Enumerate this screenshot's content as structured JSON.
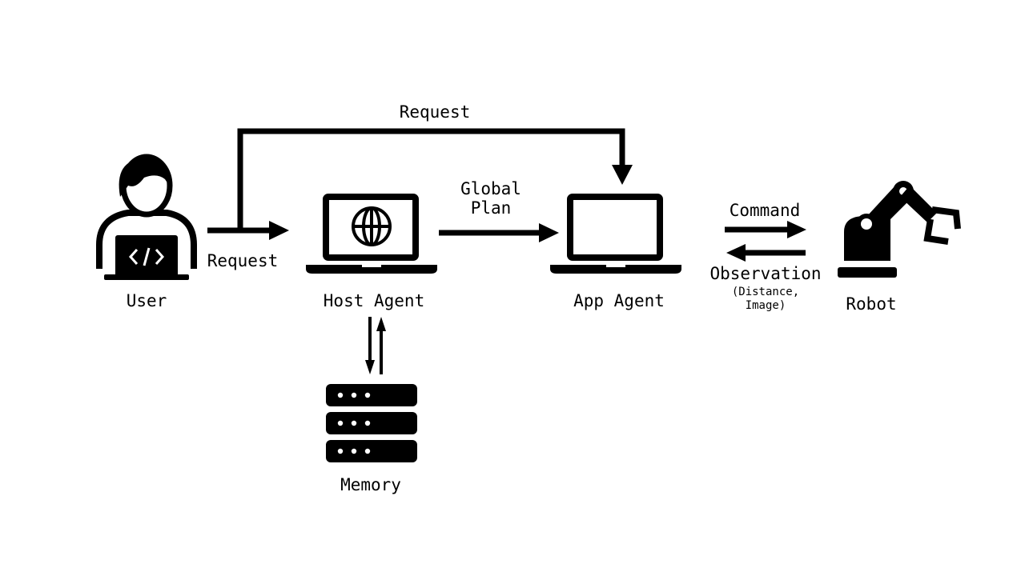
{
  "nodes": {
    "user": {
      "label": "User",
      "icon": "developer-icon"
    },
    "host_agent": {
      "label": "Host Agent",
      "icon": "laptop-globe-icon"
    },
    "app_agent": {
      "label": "App Agent",
      "icon": "laptop-icon"
    },
    "robot": {
      "label": "Robot",
      "icon": "robot-arm-icon"
    },
    "memory": {
      "label": "Memory",
      "icon": "server-stack-icon"
    }
  },
  "edges": {
    "user_to_host": {
      "label": "Request"
    },
    "user_to_app": {
      "label": "Request"
    },
    "host_to_app": {
      "label_line1": "Global",
      "label_line2": "Plan"
    },
    "app_to_robot": {
      "label": "Command"
    },
    "robot_to_app": {
      "label": "Observation",
      "detail_line1": "(Distance,",
      "detail_line2": "Image)"
    }
  },
  "colors": {
    "ink": "#000000",
    "background": "#ffffff"
  }
}
